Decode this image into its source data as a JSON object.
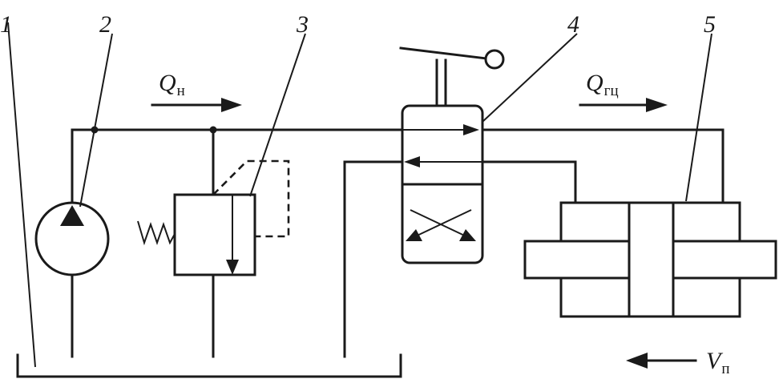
{
  "labels": {
    "tank": "1",
    "pump": "2",
    "relief_valve": "3",
    "directional_valve": "4",
    "cylinder": "5"
  },
  "quantities": {
    "pump_flow": {
      "symbol": "Q",
      "subscript": "н"
    },
    "cylinder_flow": {
      "symbol": "Q",
      "subscript": "гц"
    },
    "velocity": {
      "symbol": "V",
      "subscript": "п"
    }
  }
}
